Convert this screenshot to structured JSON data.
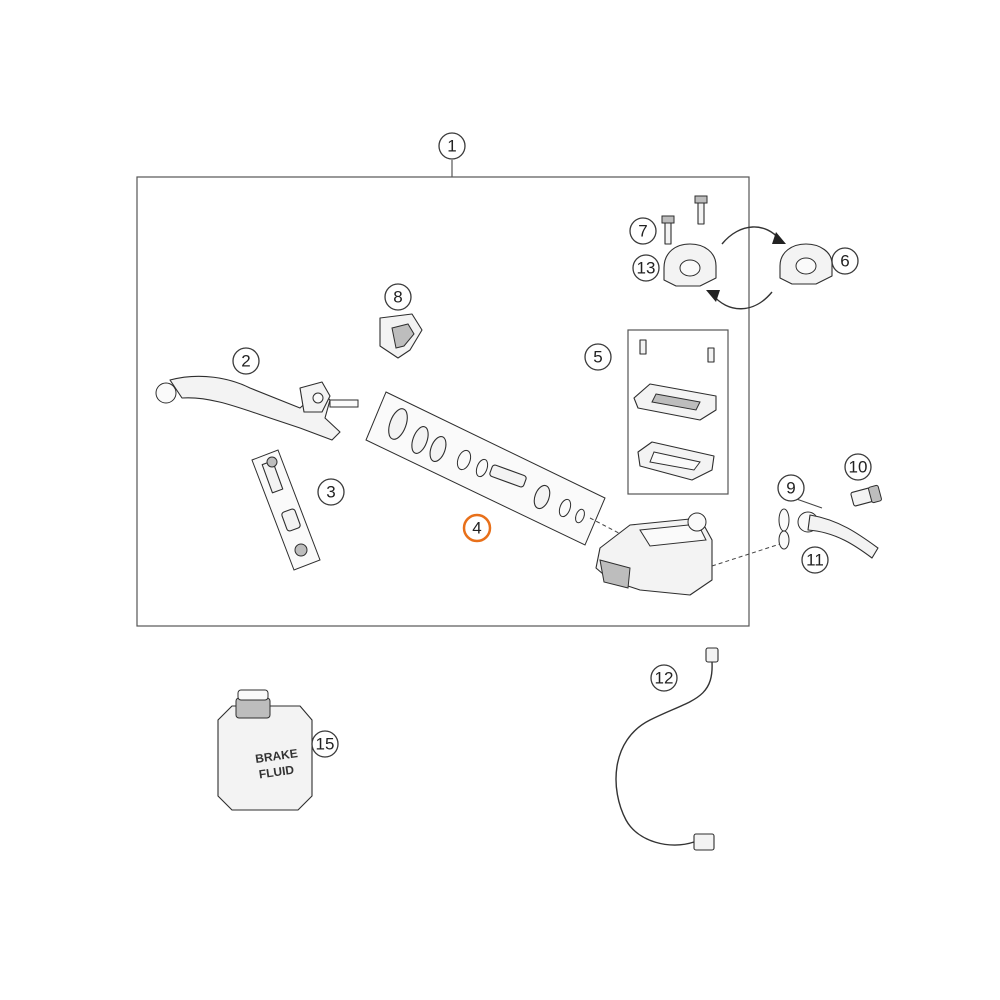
{
  "callouts": [
    {
      "id": "1",
      "label": "1",
      "highlight": false
    },
    {
      "id": "2",
      "label": "2",
      "highlight": false
    },
    {
      "id": "3",
      "label": "3",
      "highlight": false
    },
    {
      "id": "4",
      "label": "4",
      "highlight": true
    },
    {
      "id": "5",
      "label": "5",
      "highlight": false
    },
    {
      "id": "6",
      "label": "6",
      "highlight": false
    },
    {
      "id": "7",
      "label": "7",
      "highlight": false
    },
    {
      "id": "8",
      "label": "8",
      "highlight": false
    },
    {
      "id": "9",
      "label": "9",
      "highlight": false
    },
    {
      "id": "10",
      "label": "10",
      "highlight": false
    },
    {
      "id": "11",
      "label": "11",
      "highlight": false
    },
    {
      "id": "12",
      "label": "12",
      "highlight": false
    },
    {
      "id": "13",
      "label": "13",
      "highlight": false
    },
    {
      "id": "15",
      "label": "15",
      "highlight": false
    }
  ],
  "bottle_label": {
    "line1": "BRAKE",
    "line2": "FLUID"
  },
  "colors": {
    "highlight": "#e8701a",
    "line": "#2e2e2e"
  }
}
